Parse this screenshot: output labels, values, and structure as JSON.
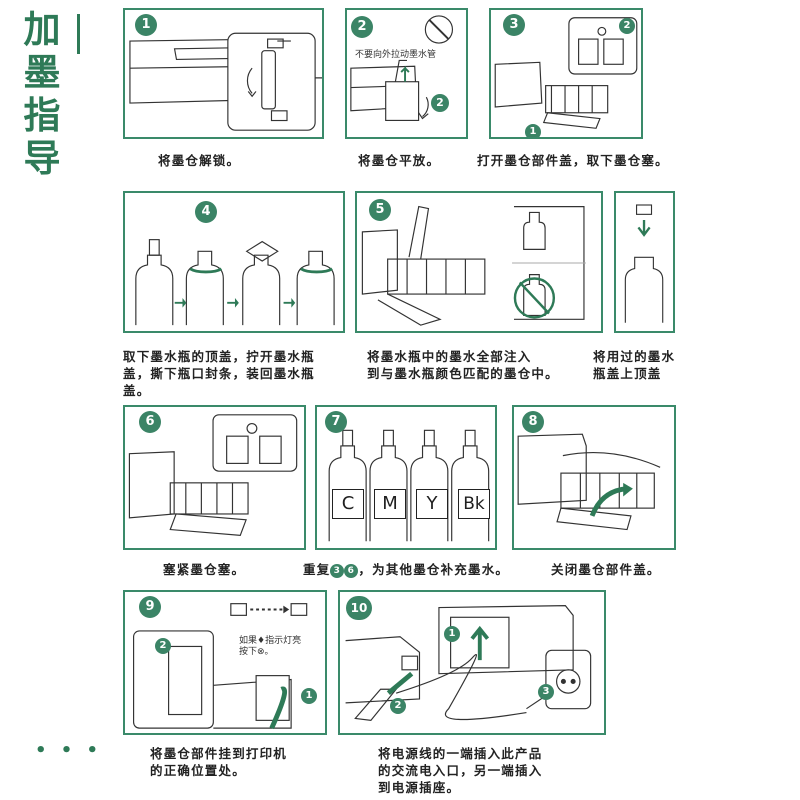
{
  "side_title": [
    "加",
    "墨",
    "指",
    "导"
  ],
  "steps": [
    {
      "num": "1",
      "caption": "将墨仓解锁。"
    },
    {
      "num": "2",
      "caption": "将墨仓平放。",
      "label": "不要向外拉动墨水管"
    },
    {
      "num": "3",
      "caption": "打开墨仓部件盖，取下墨仓塞。"
    },
    {
      "num": "4",
      "caption_lines": [
        "取下墨水瓶的顶盖，拧开墨水瓶",
        "盖，撕下瓶口封条，装回墨水瓶",
        "盖。"
      ]
    },
    {
      "num": "5",
      "caption_lines": [
        "将墨水瓶中的墨水全部注入",
        "到与墨水瓶颜色匹配的墨仓中。"
      ]
    },
    {
      "num": "",
      "caption_lines": [
        "将用过的墨水",
        "瓶盖上顶盖"
      ]
    },
    {
      "num": "6",
      "caption": "塞紧墨仓塞。"
    },
    {
      "num": "7",
      "caption_pre": "重复",
      "caption_mid_a": "3",
      "caption_mid_b": "6",
      "caption_post": "，为其他墨仓补充墨水。",
      "inks": [
        "C",
        "M",
        "Y",
        "Bk"
      ]
    },
    {
      "num": "8",
      "caption": "关闭墨仓部件盖。"
    },
    {
      "num": "9",
      "caption_lines": [
        "将墨仓部件挂到打印机",
        "的正确位置处。"
      ],
      "label_lines": [
        "如果♦指示灯亮",
        "按下⊗。"
      ]
    },
    {
      "num": "10",
      "caption_lines": [
        "将电源线的一端插入此产品",
        "的交流电入口，另一端插入",
        "到电源插座。"
      ]
    }
  ],
  "sub_markers": {
    "one": "1",
    "two": "2",
    "three": "3"
  },
  "dots": "• • •",
  "colors": {
    "accent": "#2e7a57",
    "border": "#3a8a6a",
    "badge": "#3b8466"
  }
}
